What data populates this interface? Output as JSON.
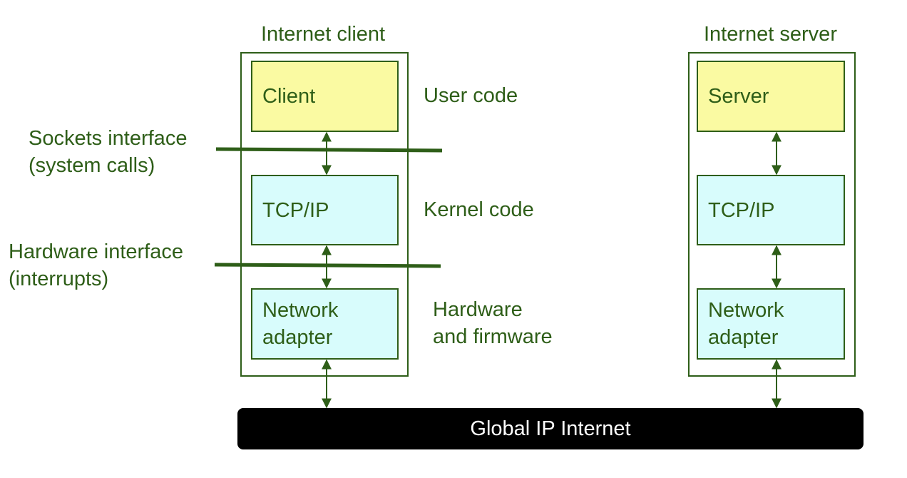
{
  "client": {
    "title": "Internet client",
    "user_layer": "Client",
    "kernel_layer": "TCP/IP",
    "hardware_layer": [
      "Network",
      "adapter"
    ]
  },
  "server": {
    "title": "Internet server",
    "user_layer": "Server",
    "kernel_layer": "TCP/IP",
    "hardware_layer": [
      "Network",
      "adapter"
    ]
  },
  "layer_labels": {
    "user_code": "User code",
    "kernel_code": "Kernel code",
    "hardware": [
      "Hardware",
      "and firmware"
    ]
  },
  "interfaces": {
    "sockets": [
      "Sockets interface",
      "(system calls)"
    ],
    "hardware": [
      "Hardware interface",
      "(interrupts)"
    ]
  },
  "network": {
    "label": "Global IP Internet"
  },
  "colors": {
    "text": "#2e5e18",
    "user_fill": "#fafaa2",
    "kernel_fill": "#d8fcfc",
    "network_fill": "#000000"
  }
}
